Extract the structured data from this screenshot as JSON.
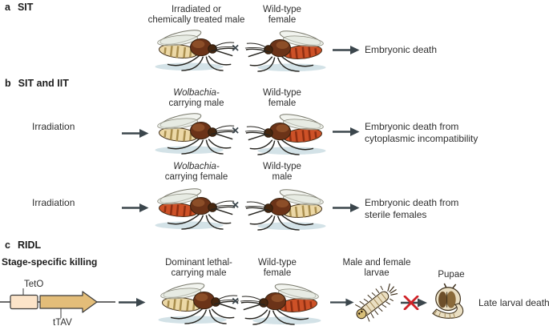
{
  "colors": {
    "background": "#ffffff",
    "text": "#2f2f2f",
    "heading_text": "#1c1c1c",
    "arrow": "#3b464c",
    "red_x": "#cf2127",
    "male_abdomen": "#ecd8a6",
    "female_abdomen": "#cd5127",
    "mosquito_thorax": "#6b3318",
    "mosquito_shadow": "#d3e2e7",
    "teto_box_fill": "#fce4c9",
    "ttav_arrow_fill": "#e3bd79"
  },
  "symbols": {
    "cross": "×"
  },
  "panel_a": {
    "label": "a",
    "title": "SIT",
    "male_label": [
      "Irradiated or",
      "chemically treated male"
    ],
    "female_label": [
      "Wild-type",
      "female"
    ],
    "result": "Embryonic death"
  },
  "panel_b": {
    "label": "b",
    "title": "SIT and IIT",
    "row1": {
      "treatment": "Irradiation",
      "left_label_italic": "Wolbachia-",
      "left_label_rest": "carrying male",
      "right_label": [
        "Wild-type",
        "female"
      ],
      "result": [
        "Embryonic death from",
        "cytoplasmic incompatibility"
      ]
    },
    "row2": {
      "treatment": "Irradiation",
      "left_label_italic": "Wolbachia-",
      "left_label_rest": "carrying female",
      "right_label": [
        "Wild-type",
        "male"
      ],
      "result": [
        "Embryonic death from",
        "sterile females"
      ]
    }
  },
  "panel_c": {
    "label": "c",
    "title": "RIDL",
    "subtitle": "Stage-specific killing",
    "construct": {
      "promoter": "TetO",
      "effector": "tTAV"
    },
    "left_label": [
      "Dominant lethal-",
      "carrying male"
    ],
    "right_label": [
      "Wild-type",
      "female"
    ],
    "larvae_label": [
      "Male and female",
      "larvae"
    ],
    "pupae_label": "Pupae",
    "result": "Late larval death"
  }
}
